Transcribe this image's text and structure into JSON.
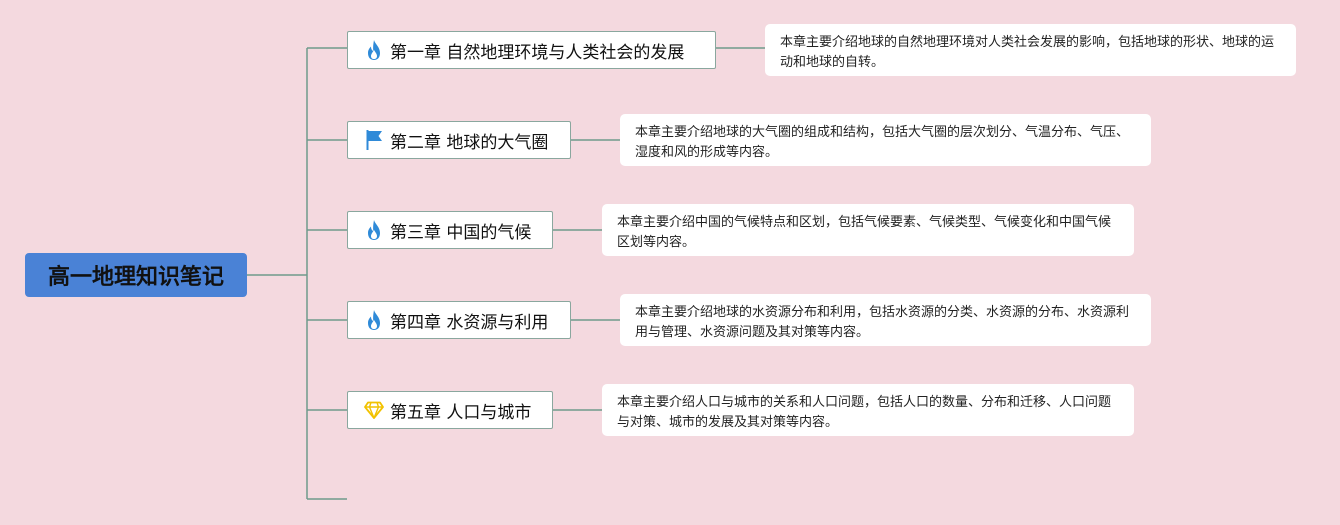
{
  "root": {
    "title": "高一地理知识笔记"
  },
  "chapters": [
    {
      "title": "第一章 自然地理环境与人类社会的发展",
      "icon": "fire-icon",
      "desc": "本章主要介绍地球的自然地理环境对人类社会发展的影响，包括地球的形状、地球的运动和地球的自转。"
    },
    {
      "title": "第二章 地球的大气圈",
      "icon": "flag-icon",
      "desc": "本章主要介绍地球的大气圈的组成和结构，包括大气圈的层次划分、气温分布、气压、湿度和风的形成等内容。"
    },
    {
      "title": "第三章 中国的气候",
      "icon": "fire-icon",
      "desc": "本章主要介绍中国的气候特点和区划，包括气候要素、气候类型、气候变化和中国气候区划等内容。"
    },
    {
      "title": "第四章 水资源与利用",
      "icon": "fire-icon",
      "desc": "本章主要介绍地球的水资源分布和利用，包括水资源的分类、水资源的分布、水资源利用与管理、水资源问题及其对策等内容。"
    },
    {
      "title": "第五章 人口与城市",
      "icon": "diamond-icon",
      "desc": "本章主要介绍人口与城市的关系和人口问题，包括人口的数量、分布和迁移、人口问题与对策、城市的发展及其对策等内容。"
    }
  ],
  "colors": {
    "background": "#f4d9df",
    "root_fill": "#4a82d6",
    "connector": "#6e9a8c",
    "fire": "#2f8ad8",
    "flag": "#2f8ad8",
    "diamond": "#f2c200"
  }
}
